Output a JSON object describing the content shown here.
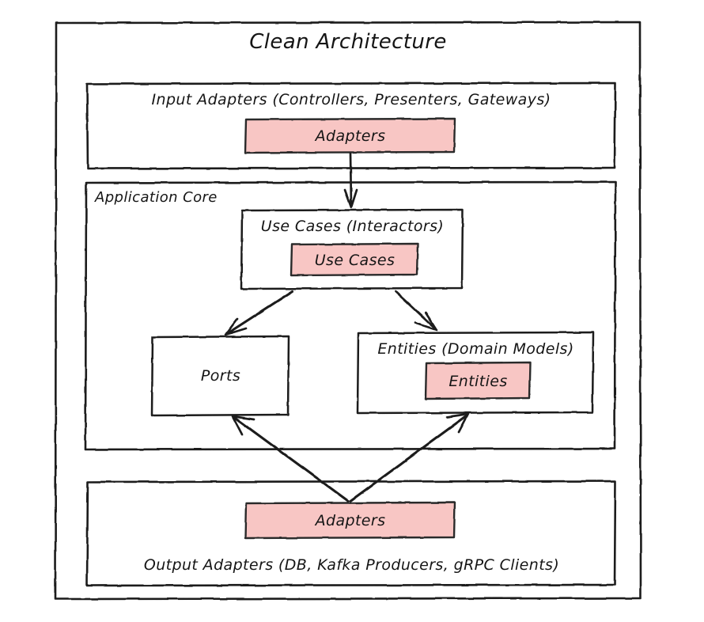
{
  "diagram": {
    "title": "Clean Architecture",
    "type": "layered-architecture-diagram",
    "palette": {
      "stroke": "#1a1a1a",
      "background": "#ffffff",
      "node_fill": "#ffffff",
      "highlight_fill": "#f8c6c4",
      "highlight_stroke": "#2b2b2b",
      "text": "#151515"
    },
    "groups": [
      {
        "id": "input-adapters",
        "label": "Input Adapters (Controllers, Presenters, Gateways)",
        "label_position": "top",
        "nodes": [
          {
            "id": "adapters-in",
            "label": "Adapters",
            "style": "highlight"
          }
        ]
      },
      {
        "id": "application-core",
        "label": "Application Core",
        "label_position": "top-left",
        "nodes": [
          {
            "id": "use-cases-group",
            "label": "Use Cases (Interactors)",
            "style": "plain",
            "child": {
              "id": "use-cases",
              "label": "Use Cases",
              "style": "highlight"
            }
          },
          {
            "id": "ports",
            "label": "Ports",
            "style": "plain"
          },
          {
            "id": "entities-group",
            "label": "Entities (Domain Models)",
            "style": "plain",
            "child": {
              "id": "entities",
              "label": "Entities",
              "style": "highlight"
            }
          }
        ]
      },
      {
        "id": "output-adapters",
        "label": "Output Adapters (DB, Kafka Producers, gRPC Clients)",
        "label_position": "bottom",
        "nodes": [
          {
            "id": "adapters-out",
            "label": "Adapters",
            "style": "highlight"
          }
        ]
      }
    ],
    "edges": [
      {
        "from": "adapters-in",
        "to": "use-cases-group",
        "direction": "down"
      },
      {
        "from": "use-cases-group",
        "to": "ports",
        "direction": "down-left"
      },
      {
        "from": "use-cases-group",
        "to": "entities-group",
        "direction": "down-right"
      },
      {
        "from": "adapters-out",
        "to": "ports",
        "direction": "up-left"
      },
      {
        "from": "adapters-out",
        "to": "entities-group",
        "direction": "up-right"
      }
    ]
  }
}
